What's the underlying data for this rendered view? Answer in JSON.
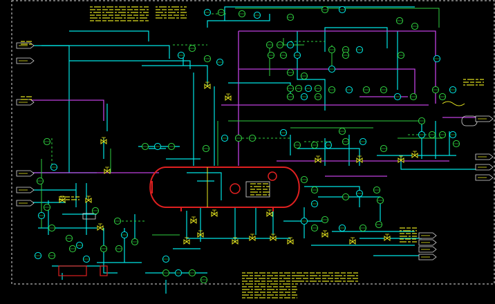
{
  "drawing": {
    "background": "#000000",
    "colors": {
      "process_line": "#00e5e5",
      "utility_line": "#c040e0",
      "instrument_line": "#30d040",
      "text": "#e8e820",
      "vessel": "#e02020",
      "border": "#e0e0e0"
    },
    "vessel_shape": "horizontal-vessel",
    "offpage_tag_shape": "offpage-connector",
    "instrument_shape": "instrument-bubble",
    "valve_shape": "control-valve"
  }
}
